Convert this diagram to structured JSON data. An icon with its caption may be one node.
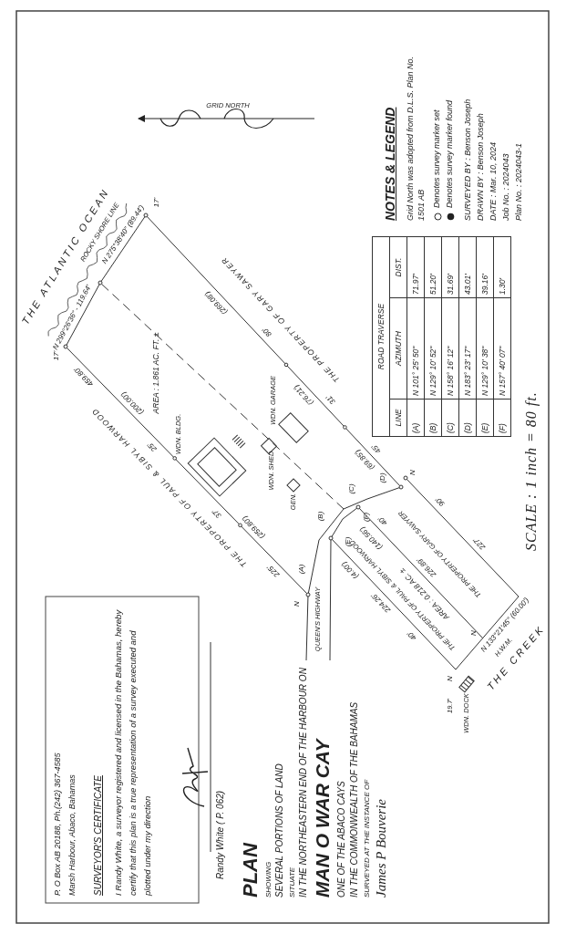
{
  "diagram": {
    "labels": [
      "P. O Box AB 20188, Ph.(242) 367-4585",
      "Marsh Harbour, Abaco, Bahamas",
      "SURVEYOR'S CERTIFICATE",
      "I Randy White, a surveyor registered and licensed in the Bahamas, hereby certify that this plan is a true representation of a survey executed and plotted under my direction",
      "Randy White ( P. 062)",
      "PLAN",
      "SHOWING",
      "SEVERAL PORTIONS OF LAND",
      "SITUATE",
      "IN THE NORTHEASTERN END OF THE HARBOUR ON",
      "MAN O WAR CAY",
      "ONE OF THE ABACO CAYS",
      "IN THE COMMONWEALTH OF THE BAHAMAS",
      "SURVEYED AT THE INSTANCE OF",
      "James P Bouverie",
      "GRID NORTH",
      "THE ATLANTIC OCEAN",
      "ROCKY SHORE LINE",
      "17'",
      "N 299°26'36\" - 119.64'",
      "N 275°38'40\" (89.44')",
      "17'",
      "AREA : 1.861 AC. FT. ±",
      "WDN. BLDG.",
      "WDN. SHED",
      "WDN. GARAGE",
      "GEN.",
      "THE PROPERTY OF PAUL & SIBYL HARWOOD",
      "459.80'",
      "(200.00')",
      "25'",
      "37'",
      "(259.80')",
      "225'",
      "N",
      "THE PROPERTY OF GARY SAWYER",
      "(269.08')",
      "80'",
      "31'",
      "(76.21')",
      "45'",
      "(69.85')",
      "N",
      "QUEEN'S HIGHWAY",
      "(A)",
      "(B)",
      "(C)",
      "(D)",
      "(E)",
      "(F)",
      "(4.00')",
      "224.26'",
      "40'",
      "THE PROPERTY OF PAUL & SIBYL HARWOOD",
      "(140.56')",
      "AREA : 0.218 AC. ±",
      "40'",
      "226.89'",
      "THE PROPERTY OF GARY SAWYER",
      "90'",
      "227'",
      "N",
      "N",
      "N 133°21'45\" (60.00')",
      "19.7'",
      "WDN. DOCK",
      "H.W.M.",
      "THE CREEK",
      "ROAD TRAVERSE",
      "LINE",
      "AZIMUTH",
      "DIST.",
      "(A)",
      "N 101° 25' 50\"",
      "71.97'",
      "(B)",
      "N 129° 10' 52\"",
      "51.20'",
      "(C)",
      "N 158° 16' 12\"",
      "31.69'",
      "(D)",
      "N 183° 23' 17\"",
      "43.01'",
      "(E)",
      "N 129° 10' 38\"",
      "39.16'",
      "(F)",
      "N 157° 40' 07\"",
      "1.30'",
      "NOTES & LEGEND",
      "Grid North was adopted from D.L.S. Plan No. 1501 AB",
      "SURVEYED BY : Benson Joseph",
      "DRAWN BY : Benson Joseph",
      "DATE : Mar. 10, 2024",
      "Job No. : 2024043",
      "Plan No. : 2024043-1",
      "SCALE : 1 inch = 80 ft."
    ],
    "legend": [
      {
        "text": "Denotes survey marker set"
      },
      {
        "text": "Denotes survey marker found"
      }
    ]
  }
}
